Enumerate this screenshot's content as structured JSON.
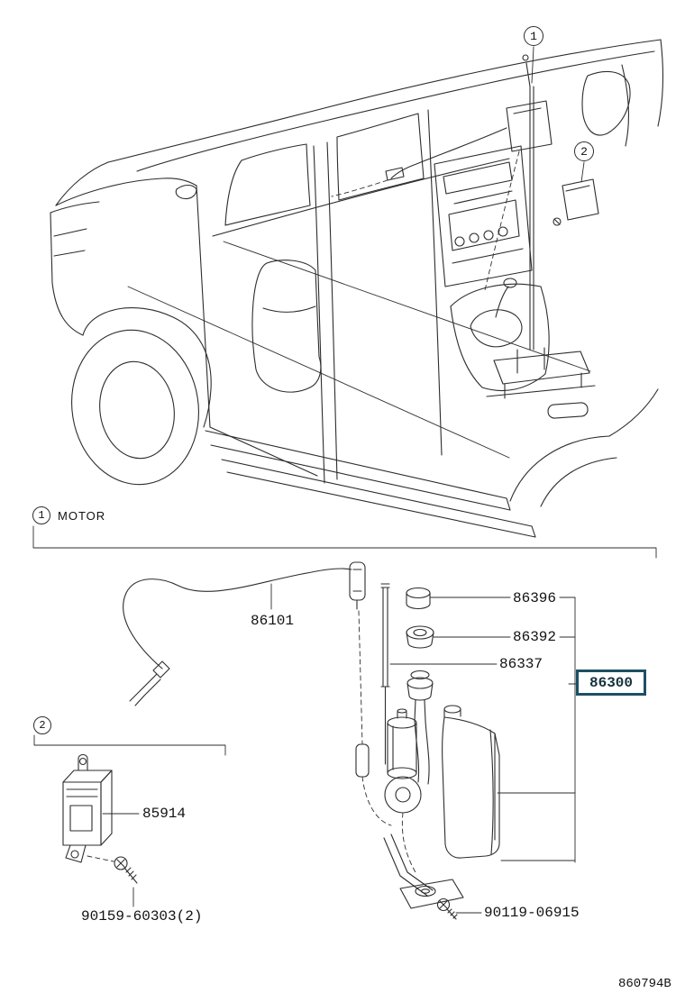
{
  "accent": {
    "highlight_border": "#1d4f63",
    "line_color": "#2d2d2d"
  },
  "figure": {
    "drawing_number": "860794B",
    "callout_1": "1",
    "callout_2": "2",
    "section_motor_label": "MOTOR"
  },
  "parts": {
    "antenna_cord": "86101",
    "antenna_nut": "86396",
    "antenna_grommet": "86392",
    "antenna_mast": "86337",
    "antenna_assembly": "86300",
    "antenna_control_relay": "85914",
    "relay_screw": "90159-60303(2)",
    "assembly_screw": "90119-06915"
  }
}
